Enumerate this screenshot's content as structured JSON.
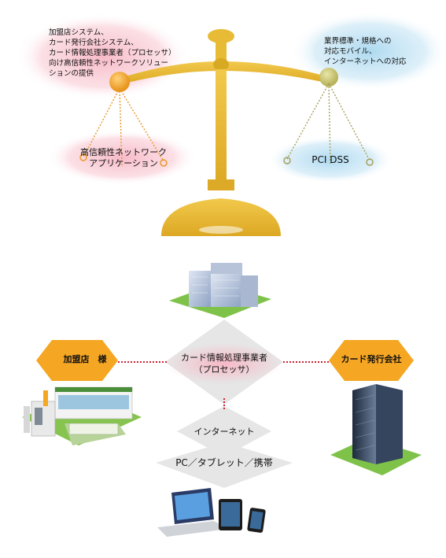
{
  "balance": {
    "left_notes": [
      "加盟店システム、",
      "カード発行会社システム、",
      "カード情報処理事業者（プロセッサ）",
      "向け高信頼性ネットワークソリュー",
      "ションの提供"
    ],
    "right_notes": [
      "業界標準・規格への",
      "対応モバイル、",
      "インターネットへの対応"
    ],
    "left_pan_lines": [
      "高信頼性ネットワーク",
      "アプリケーション"
    ],
    "right_pan": "PCI DSS"
  },
  "network": {
    "member_store": "加盟店　様",
    "processor_lines": [
      "カード情報処理事業者",
      "（プロセッサ）"
    ],
    "issuer": "カード発行会社",
    "internet": "インターネット",
    "devices": "PC／タブレット／携帯"
  },
  "colors": {
    "gold": "#e8b82a",
    "orange": "#f5a623",
    "pink_glow": "#f7b6c4",
    "blue_glow": "#a9d7ef",
    "dotted_red": "#cc2233",
    "diamond_gray": "#e8e8e8"
  },
  "icons": [
    "processor-building-icon",
    "convenience-store-icon",
    "office-tower-icon",
    "laptop-icon",
    "tablet-icon",
    "smartphone-icon"
  ]
}
